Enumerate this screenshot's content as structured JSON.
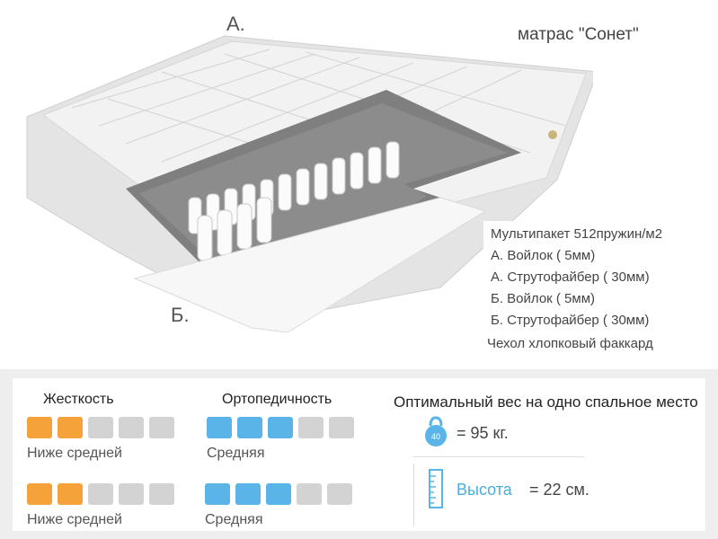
{
  "image": {
    "label_a": "А.",
    "label_b": "Б.",
    "title": "матрас \"Сонет\""
  },
  "specs": [
    "Мультипакет 512пружин/м2",
    "А. Войлок  ( 5мм)",
    "А. Струтофайбер  ( 30мм)",
    "Б. Войлок  ( 5мм)",
    "Б. Струтофайбер  ( 30мм)",
    "Чехол хлопковый факкард"
  ],
  "stiffness": {
    "title": "Жесткость",
    "rows": [
      {
        "level": 2,
        "of": 5,
        "label": "Ниже средней"
      },
      {
        "level": 2,
        "of": 5,
        "label": "Ниже средней"
      }
    ]
  },
  "orthopedic": {
    "title": "Ортопедичность",
    "rows": [
      {
        "level": 3,
        "of": 5,
        "label": "Средняя"
      },
      {
        "level": 3,
        "of": 5,
        "label": "Средняя"
      }
    ]
  },
  "optimal": {
    "title": "Оптимальный вес на одно спальное место",
    "weight_text": "= 95 кг.",
    "height_label": "Высота",
    "height_text": "= 22 см.",
    "weight_icon_value": "40"
  },
  "colors": {
    "orange": "#f6a23a",
    "blue": "#5ab4e8",
    "inactive": "#d3d3d3"
  }
}
